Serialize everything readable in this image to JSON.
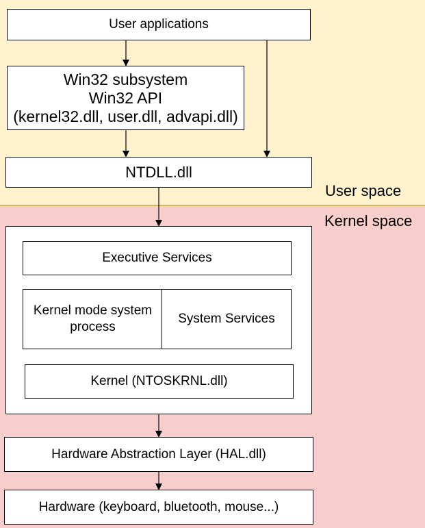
{
  "zones": {
    "user_space": "User space",
    "kernel_space": "Kernel space"
  },
  "boxes": {
    "user_applications": "User applications",
    "win32_subsystem": {
      "line1": "Win32 subsystem",
      "line2": "Win32 API",
      "line3": "(kernel32.dll, user.dll, advapi.dll)"
    },
    "ntdll": "NTDLL.dll",
    "executive_services": "Executive Services",
    "kernel_mode_system_process": "Kernel mode system process",
    "system_services": "System Services",
    "kernel": "Kernel (NTOSKRNL.dll)",
    "hal": "Hardware Abstraction Layer (HAL.dll)",
    "hardware": "Hardware (keyboard, bluetooth, mouse...)"
  },
  "colors": {
    "user_space_fill": "#fff2cc",
    "kernel_space_fill": "#f8cecc",
    "divider": "#d6b656",
    "box_fill": "#ffffff",
    "stroke": "#000000"
  }
}
